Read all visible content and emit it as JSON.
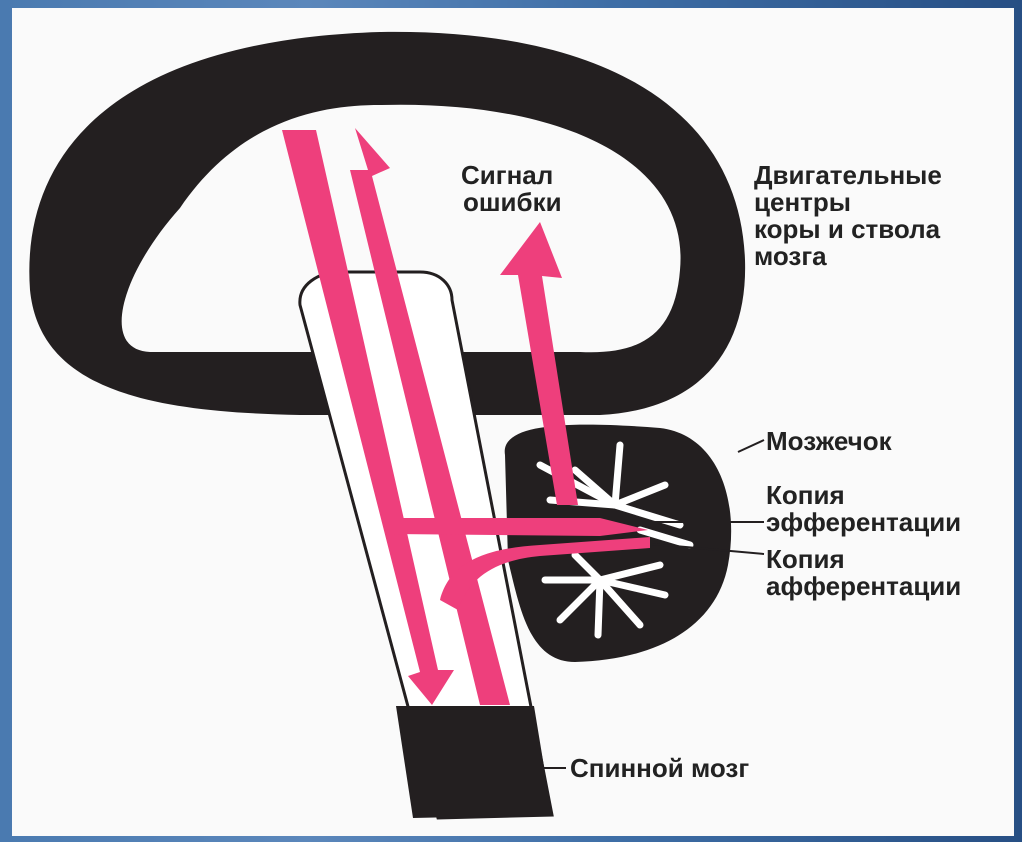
{
  "diagram": {
    "labels": {
      "error_signal": [
        "Сигнал",
        "ошибки"
      ],
      "motor_centers": [
        "Двигательные",
        "центры",
        "коры и ствола",
        "мозга"
      ],
      "cerebellum": "Мозжечок",
      "efferent_copy": [
        "Копия",
        "эфферентации"
      ],
      "afferent_copy": [
        "Копия",
        "афферентации"
      ],
      "spinal_cord": "Спинной мозг"
    },
    "colors": {
      "structure": "#231f20",
      "pathway": "#ee3f7c",
      "background": "#fafafa",
      "slide_border": "#2f5a8f"
    }
  }
}
